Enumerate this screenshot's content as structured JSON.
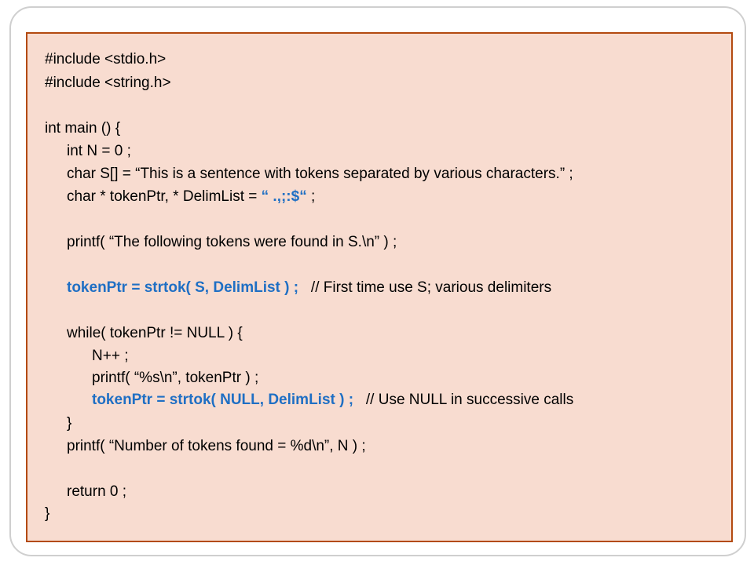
{
  "colors": {
    "background": "#f8dcd0",
    "border": "#b34a10",
    "highlight": "#1f6fc4",
    "text": "#000000"
  },
  "code": {
    "line_01": "#include <stdio.h>",
    "line_02": "#include <string.h>",
    "line_03": "int main () {",
    "line_04": "int N = 0 ;",
    "line_05": "char S[] = “This is a sentence with tokens separated by various characters.” ;",
    "line_06_pre": "char * tokenPtr, * DelimList = ",
    "line_06_hl": "“ .,;:$“",
    "line_06_post": " ;",
    "line_07": "printf( “The following tokens were found in S.\\n” ) ;",
    "line_08_hl": "tokenPtr = strtok( S, DelimList ) ;",
    "line_08_comment": "   // First time use S; various delimiters",
    "line_09": "while( tokenPtr != NULL ) {",
    "line_10": "N++ ;",
    "line_11": "printf( “%s\\n”, tokenPtr ) ;",
    "line_12_hl": "tokenPtr = strtok( NULL, DelimList ) ;",
    "line_12_comment": "   // Use NULL in successive calls",
    "line_13": "}",
    "line_14": "printf( “Number of tokens found = %d\\n”, N ) ;",
    "line_15": "return 0 ;",
    "line_16": "}"
  }
}
